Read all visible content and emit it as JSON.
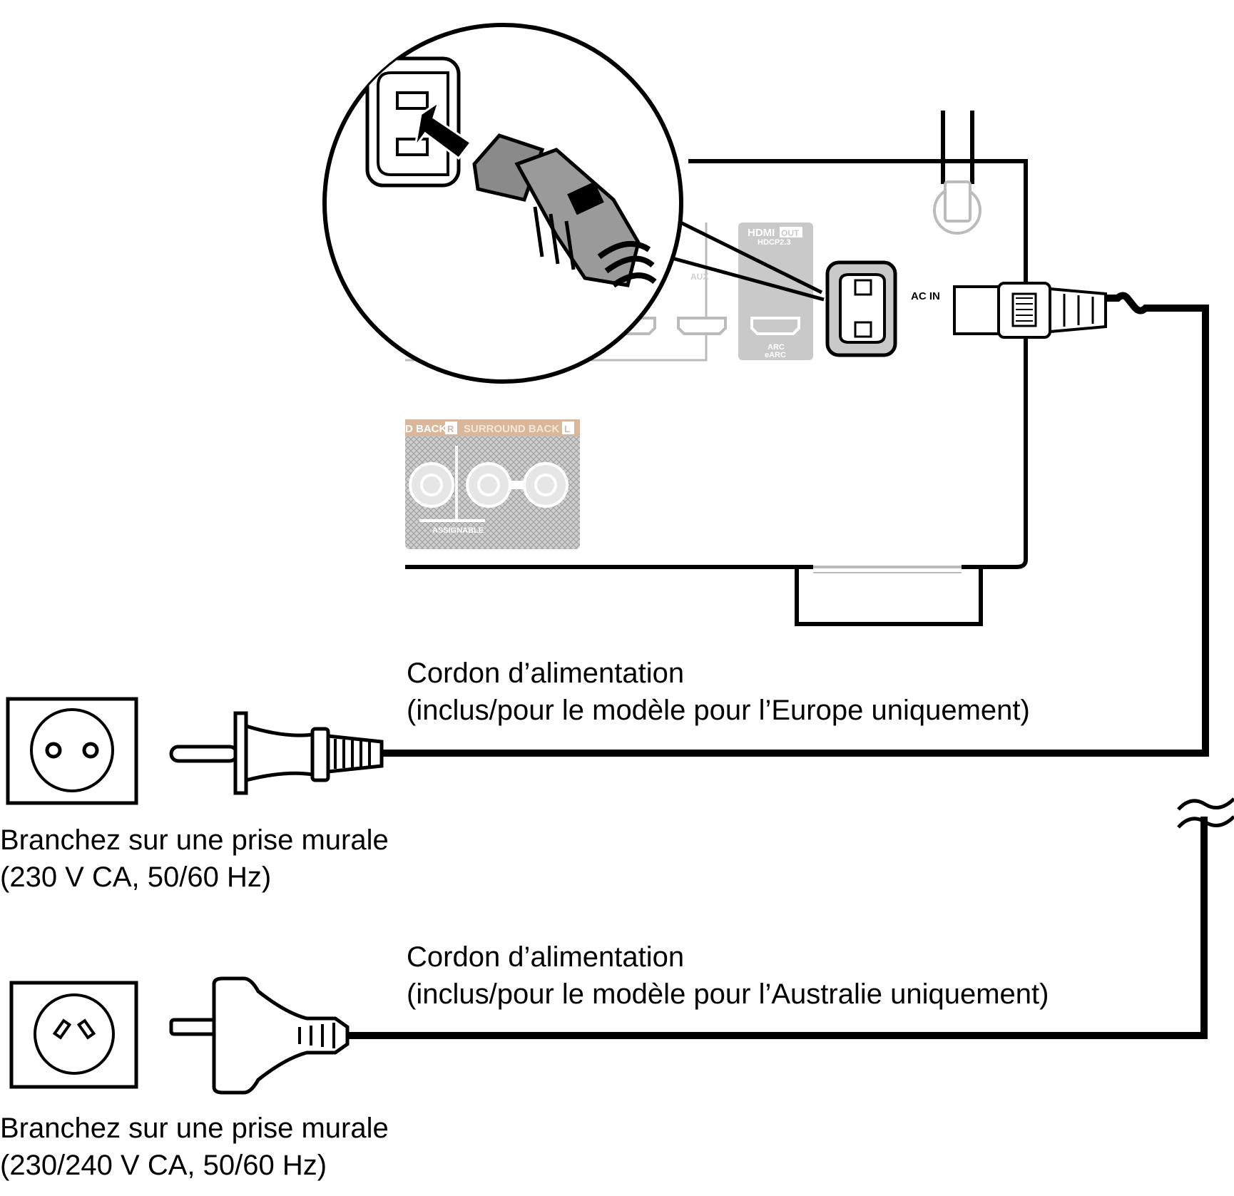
{
  "panel": {
    "hdmi_label": "HDMI",
    "out_badge": "OUT",
    "hdcp_label": "HDCP2.3",
    "arc_label": "ARC",
    "earc_label": "eARC",
    "aux_label": "AUX",
    "ac_in_label": "AC IN",
    "speaker_label_left": "D BACK",
    "speaker_badge_r": "R",
    "speaker_label_right": "SURROUND BACK",
    "speaker_badge_l": "L",
    "assignable_label": "ASSIGNABLE"
  },
  "cords": {
    "europe": {
      "title": "Cordon d’alimentation",
      "subtitle": "(inclus/pour le modèle pour l’Europe uniquement)"
    },
    "australia": {
      "title": "Cordon d’alimentation",
      "subtitle": "(inclus/pour le modèle pour l’Australie uniquement)"
    }
  },
  "outlets": {
    "europe": {
      "line1": "Branchez sur une prise murale",
      "line2": "(230 V CA, 50/60 Hz)"
    },
    "australia": {
      "line1": "Branchez sur une prise murale",
      "line2": "(230/240 V CA, 50/60 Hz)"
    }
  }
}
